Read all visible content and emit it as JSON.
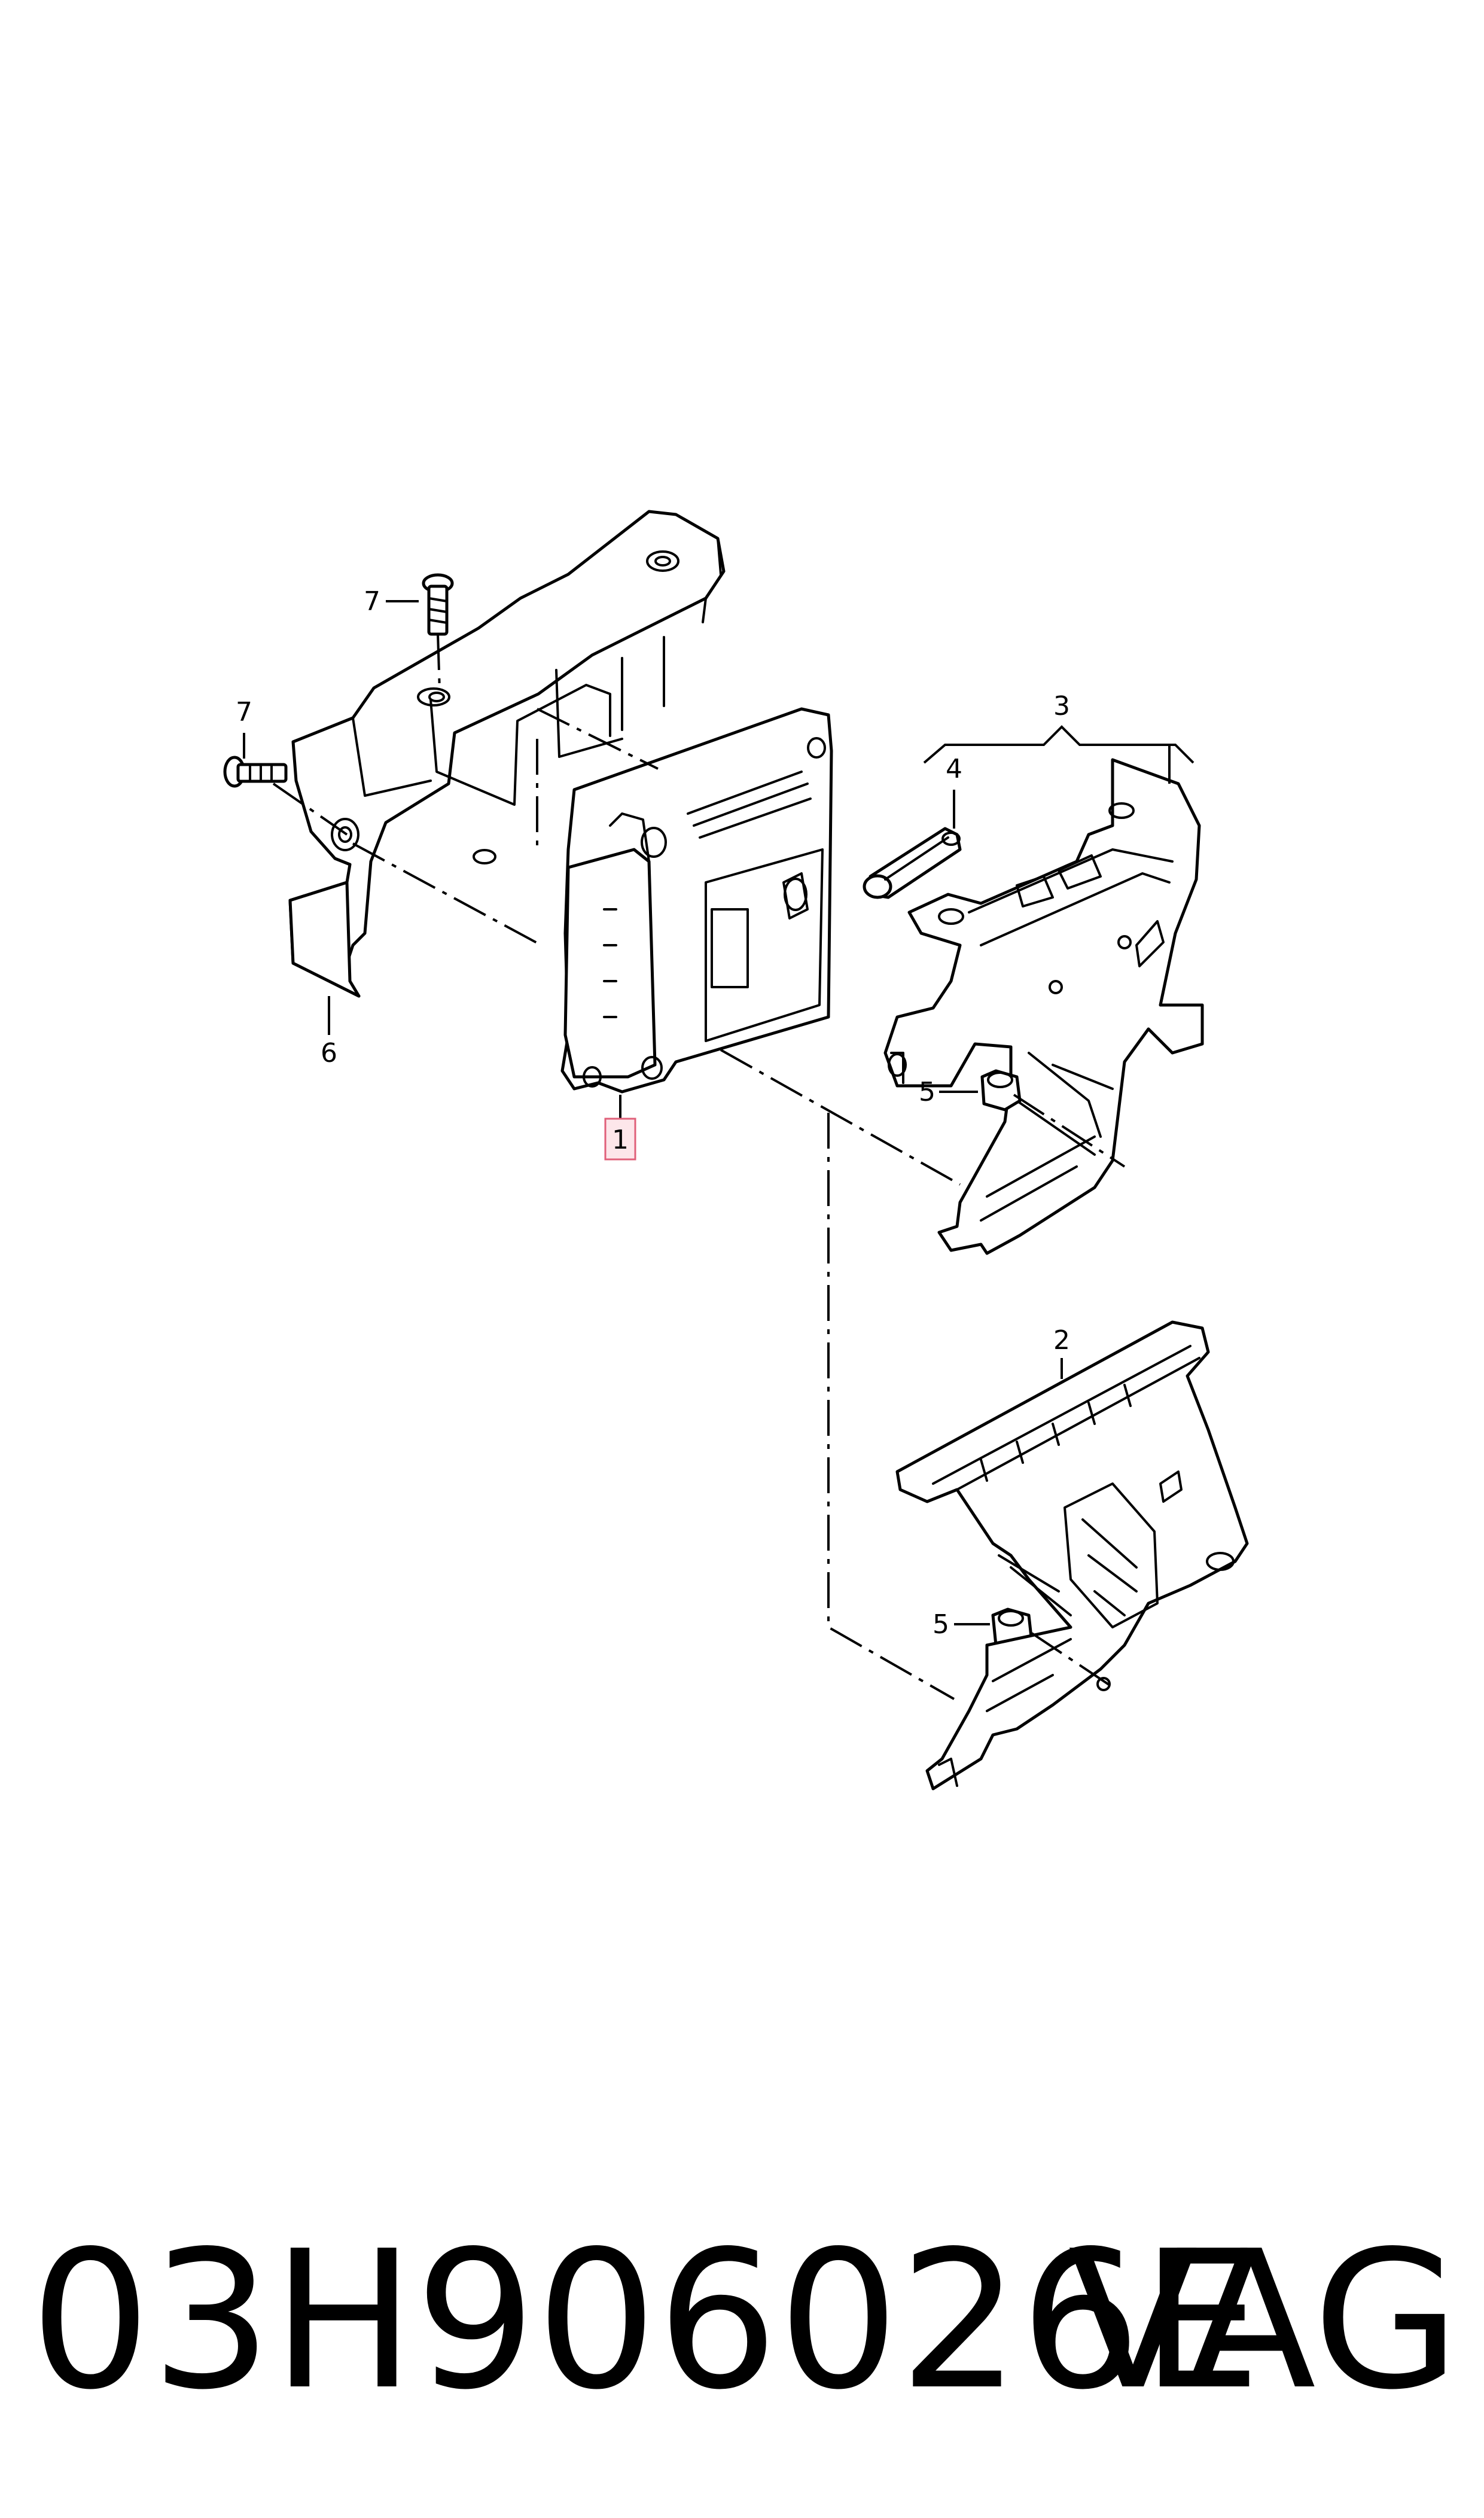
{
  "callouts": {
    "c1": "1",
    "c2": "2",
    "c3": "3",
    "c4": "4",
    "c5a": "5",
    "c5b": "5",
    "c6": "6",
    "c7a": "7",
    "c7b": "7"
  },
  "footer": {
    "part_number": "03H906026E",
    "brand": "VAG"
  },
  "colors": {
    "line": "#000000",
    "background": "#ffffff",
    "highlight_fill": "#fde6ea",
    "highlight_stroke": "#e0607a"
  }
}
